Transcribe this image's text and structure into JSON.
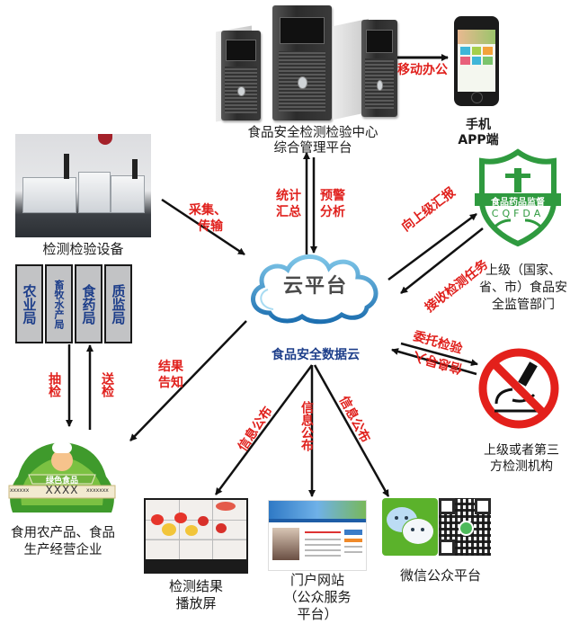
{
  "nodes": {
    "management_center": {
      "line1": "食品安全检测检验中心",
      "line2": "综合管理平台"
    },
    "mobile_app": {
      "line1": "手机",
      "line2": "APP端"
    },
    "lab_equipment": {
      "label": "检测检验设备"
    },
    "cloud": {
      "title": "云平台",
      "caption": "食品安全数据云"
    },
    "supervisor": {
      "line1": "上级（国家、",
      "line2": "省、市）食品安",
      "line3": "全监管部门",
      "logo_text": "食品药品监督",
      "logo_abbr": "CQFDA"
    },
    "third_party": {
      "line1": "上级或者第三",
      "line2": "方检测机构"
    },
    "enterprise": {
      "line1": "食用农产品、食品",
      "line2": "生产经营企业",
      "logo_banner": "绿色食品",
      "logo_mark": "XXXX",
      "logo_fill_left": "xxxxxx",
      "logo_fill_right": "xxxxxxx"
    },
    "display_screen": {
      "line1": "检测结果",
      "line2": "播放屏"
    },
    "portal": {
      "line1": "门户网站",
      "line2": "（公众服务",
      "line3": "平台）"
    },
    "wechat": {
      "label": "微信公众平台"
    }
  },
  "bureaus": [
    {
      "label": "农业局"
    },
    {
      "label": "畜牧水产局"
    },
    {
      "label": "食药局"
    },
    {
      "label": "质监局"
    }
  ],
  "flows": {
    "mobile_office": "移动办公",
    "collect_transmit_1": "采集、",
    "collect_transmit_2": "传输",
    "stat_summary_1": "统计",
    "stat_summary_2": "汇总",
    "warning_analysis_1": "预警",
    "warning_analysis_2": "分析",
    "report_up": "向上级汇报",
    "receive_task": "接收检测任务",
    "entrust_test": "委托检验",
    "info_import": "信息导入",
    "sampling": "抽检",
    "submit_test": "送检",
    "result_notify_1": "结果",
    "result_notify_2": "告知",
    "publish_left": "信息公布",
    "publish_center": "信息公布",
    "publish_right": "信息公布"
  },
  "colors": {
    "flow_label": "#e0201c",
    "bureau_text": "#1d3e8a",
    "cloud_caption": "#1d3e8a",
    "logo_green": "#2f9a3f",
    "no_sign_red": "#e3201b"
  }
}
